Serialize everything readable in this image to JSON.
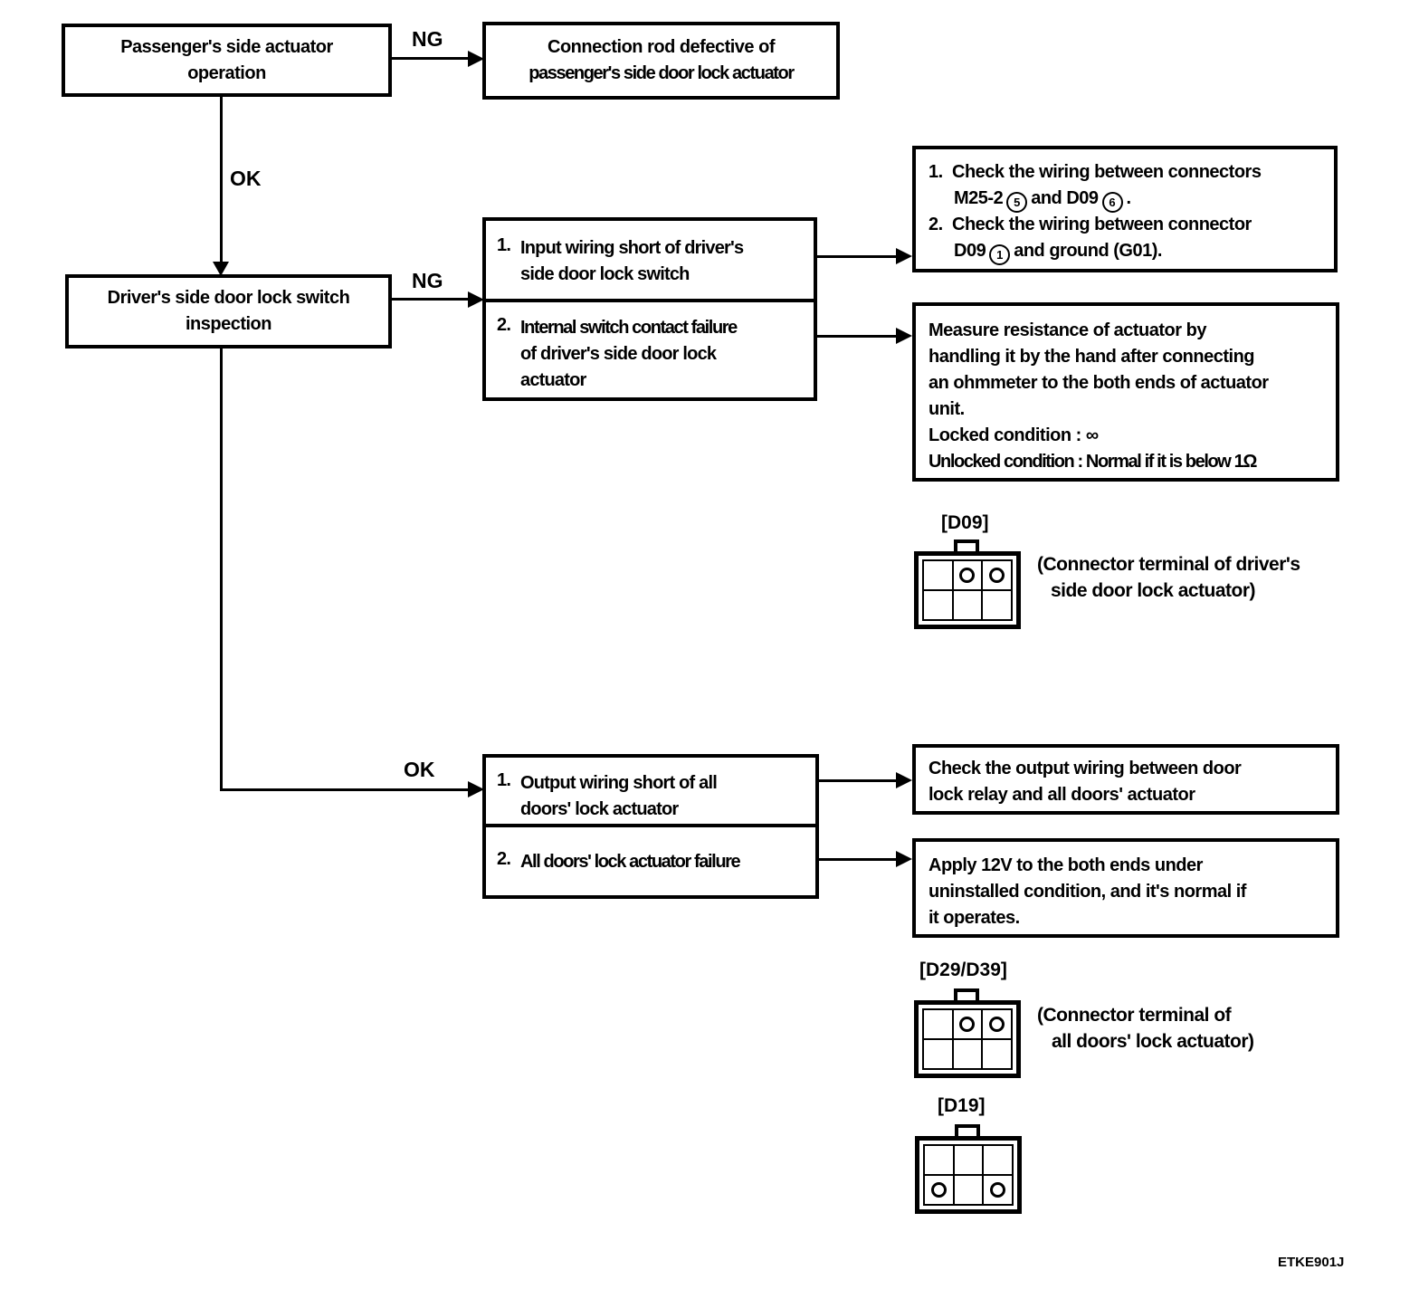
{
  "labels": {
    "ng_top": "NG",
    "ok_top": "OK",
    "ng_mid": "NG",
    "ok_mid": "OK",
    "code": "ETKE901J"
  },
  "boxes": {
    "passenger_actuator": {
      "lines": [
        "Passenger's side actuator",
        "operation"
      ]
    },
    "connection_rod": {
      "lines": [
        "Connection rod defective of",
        "passenger's side door lock actuator"
      ]
    },
    "driver_switch_inspection": {
      "lines": [
        "Driver's side door lock switch",
        "inspection"
      ]
    },
    "ng_causes": {
      "item1": {
        "num": "1.",
        "lines": [
          "Input wiring short of driver's",
          "side door lock switch"
        ]
      },
      "item2": {
        "num": "2.",
        "lines": [
          "Internal switch contact failure",
          "of driver's side door lock",
          "actuator"
        ]
      }
    },
    "check_wiring": {
      "item1_num": "1.",
      "item1_line1": "Check the wiring between connectors",
      "item1_line2_pre": "M25-2",
      "item1_circled1": "5",
      "item1_line2_mid": "and D09",
      "item1_circled2": "6",
      "item1_line2_end": ".",
      "item2_num": "2.",
      "item2_line1": "Check the wiring between connector",
      "item2_line2_pre": "D09",
      "item2_circled": "1",
      "item2_line2_end": "and ground (G01)."
    },
    "measure_resistance": {
      "lines": [
        "Measure resistance of actuator by",
        "handling it by the hand after connecting",
        "an ohmmeter to the both ends of actuator",
        "unit.",
        "Locked condition : ∞",
        "Unlocked condition : Normal if it is below 1Ω"
      ]
    },
    "ok_causes": {
      "item1": {
        "num": "1.",
        "lines": [
          "Output wiring short of all",
          "doors' lock actuator"
        ]
      },
      "item2": {
        "num": "2.",
        "lines": [
          "All doors' lock actuator failure"
        ]
      }
    },
    "check_output": {
      "lines": [
        "Check the output wiring between door",
        "lock relay and all doors' actuator"
      ]
    },
    "apply_12v": {
      "lines": [
        "Apply 12V to the both ends under",
        "uninstalled condition, and it's normal if",
        "it operates."
      ]
    }
  },
  "connectors": {
    "d09": {
      "label": "[D09]",
      "pins": [
        [
          0,
          1,
          1
        ],
        [
          0,
          0,
          0
        ]
      ],
      "caption": [
        "(Connector terminal of driver's",
        "side door lock actuator)"
      ]
    },
    "d29_d39": {
      "label": "[D29/D39]",
      "pins": [
        [
          0,
          1,
          1
        ],
        [
          0,
          0,
          0
        ]
      ],
      "caption": [
        "(Connector terminal of",
        "all doors' lock actuator)"
      ]
    },
    "d19": {
      "label": "[D19]",
      "pins": [
        [
          0,
          0,
          0
        ],
        [
          1,
          0,
          1
        ]
      ],
      "caption": []
    }
  }
}
